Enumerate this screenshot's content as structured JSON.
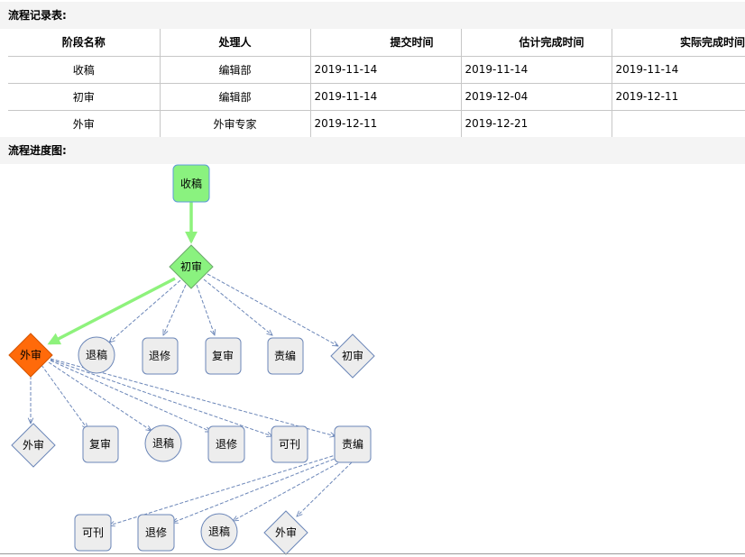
{
  "records": {
    "title": "流程记录表:",
    "headers": [
      "阶段名称",
      "处理人",
      "提交时间",
      "估计完成时间",
      "实际完成时间"
    ],
    "rows": [
      [
        "收稿",
        "编辑部",
        "2019-11-14",
        "2019-11-14",
        "2019-11-14"
      ],
      [
        "初审",
        "编辑部",
        "2019-11-14",
        "2019-12-04",
        "2019-12-11"
      ],
      [
        "外审",
        "外审专家",
        "2019-12-11",
        "2019-12-21",
        ""
      ]
    ]
  },
  "progress": {
    "title": "流程进度图:",
    "nodes": {
      "n_receive": "收稿",
      "n_review1": "初审",
      "n_external": "外审",
      "n_reject1": "退稿",
      "n_revise1": "退修",
      "n_recheck1": "复审",
      "n_chief1": "责编",
      "n_review1b": "初审",
      "n_external2": "外审",
      "n_recheck2": "复审",
      "n_reject2": "退稿",
      "n_revise2": "退修",
      "n_publish1": "可刊",
      "n_chief2": "责编",
      "n_publish2": "可刊",
      "n_revise3": "退修",
      "n_reject3": "退稿",
      "n_external3": "外审"
    }
  },
  "colors": {
    "done": "#8af27f",
    "current": "#ff6a0a",
    "pending": "#ededed",
    "active_arrow": "#8ef27c",
    "dashed_arrow": "#6b86b8"
  }
}
